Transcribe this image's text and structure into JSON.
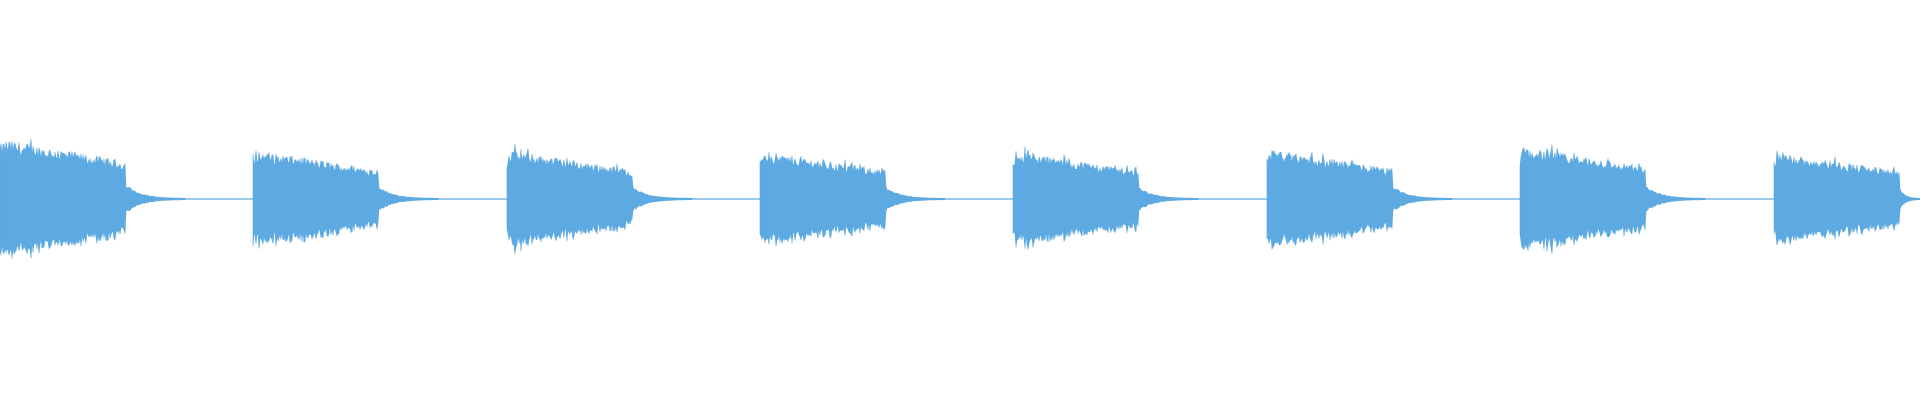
{
  "waveform": {
    "color": "#5DA9E1",
    "background": "#FFFFFF",
    "bursts": [
      {
        "index": 1,
        "peak_amplitude": 0.64,
        "decay_profile": "long-sustain"
      },
      {
        "index": 2,
        "peak_amplitude": 0.52,
        "decay_profile": "medium"
      },
      {
        "index": 3,
        "peak_amplitude": 0.52,
        "decay_profile": "medium"
      },
      {
        "index": 4,
        "peak_amplitude": 0.51,
        "decay_profile": "medium"
      },
      {
        "index": 5,
        "peak_amplitude": 0.51,
        "decay_profile": "medium"
      },
      {
        "index": 6,
        "peak_amplitude": 0.53,
        "decay_profile": "medium"
      },
      {
        "index": 7,
        "peak_amplitude": 0.56,
        "decay_profile": "medium"
      },
      {
        "index": 8,
        "peak_amplitude": 0.5,
        "decay_profile": "cut-off"
      }
    ]
  }
}
